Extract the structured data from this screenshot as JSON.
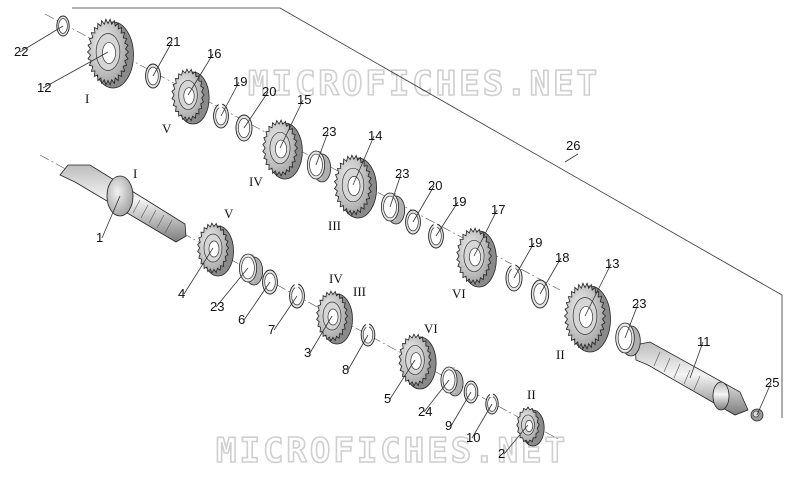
{
  "watermark": "MICROFICHES.NET",
  "assembly_callout": "26",
  "parts": [
    {
      "id": "p22",
      "num": "22",
      "kind": "washer",
      "speed": ""
    },
    {
      "id": "p12",
      "num": "12",
      "kind": "gear",
      "speed": "I"
    },
    {
      "id": "p21",
      "num": "21",
      "kind": "washer",
      "speed": ""
    },
    {
      "id": "p16",
      "num": "16",
      "kind": "gear",
      "speed": "V"
    },
    {
      "id": "p19a",
      "num": "19",
      "kind": "circlip",
      "speed": ""
    },
    {
      "id": "p20a",
      "num": "20",
      "kind": "washer",
      "speed": ""
    },
    {
      "id": "p15",
      "num": "15",
      "kind": "gear",
      "speed": "IV"
    },
    {
      "id": "p23a",
      "num": "23",
      "kind": "bush",
      "speed": ""
    },
    {
      "id": "p14",
      "num": "14",
      "kind": "gear",
      "speed": "III"
    },
    {
      "id": "p23b",
      "num": "23",
      "kind": "bush",
      "speed": ""
    },
    {
      "id": "p20b",
      "num": "20",
      "kind": "washer",
      "speed": ""
    },
    {
      "id": "p19b",
      "num": "19",
      "kind": "circlip",
      "speed": ""
    },
    {
      "id": "p17",
      "num": "17",
      "kind": "gear",
      "speed": "VI"
    },
    {
      "id": "p19c",
      "num": "19",
      "kind": "circlip",
      "speed": ""
    },
    {
      "id": "p18",
      "num": "18",
      "kind": "washer",
      "speed": ""
    },
    {
      "id": "p13",
      "num": "13",
      "kind": "gear",
      "speed": "II"
    },
    {
      "id": "p23c",
      "num": "23",
      "kind": "bush",
      "speed": ""
    },
    {
      "id": "p11",
      "num": "11",
      "kind": "shaft",
      "speed": ""
    },
    {
      "id": "p25",
      "num": "25",
      "kind": "nut",
      "speed": ""
    },
    {
      "id": "p1",
      "num": "1",
      "kind": "shaft",
      "speed": "I"
    },
    {
      "id": "p4",
      "num": "4",
      "kind": "gear",
      "speed": "V"
    },
    {
      "id": "p23d",
      "num": "23",
      "kind": "bush",
      "speed": ""
    },
    {
      "id": "p6",
      "num": "6",
      "kind": "washer",
      "speed": ""
    },
    {
      "id": "p7",
      "num": "7",
      "kind": "circlip",
      "speed": ""
    },
    {
      "id": "p3",
      "num": "3",
      "kind": "gear",
      "speed": "IV III"
    },
    {
      "id": "p8",
      "num": "8",
      "kind": "circlip",
      "speed": ""
    },
    {
      "id": "p5",
      "num": "5",
      "kind": "gear",
      "speed": "VI"
    },
    {
      "id": "p24",
      "num": "24",
      "kind": "bush",
      "speed": ""
    },
    {
      "id": "p9",
      "num": "9",
      "kind": "washer",
      "speed": ""
    },
    {
      "id": "p10",
      "num": "10",
      "kind": "circlip",
      "speed": ""
    },
    {
      "id": "p2",
      "num": "2",
      "kind": "gear",
      "speed": "II"
    }
  ]
}
